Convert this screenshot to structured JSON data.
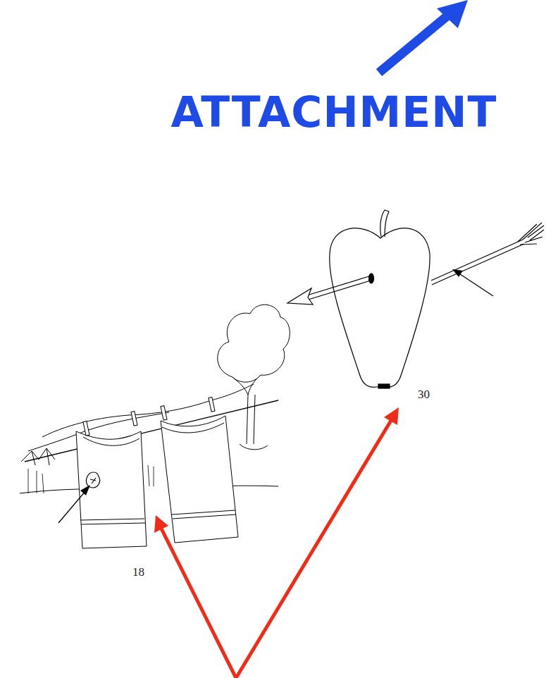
{
  "diagram": {
    "title": "ATTACHMENT",
    "labels": [
      "18",
      "30"
    ]
  }
}
